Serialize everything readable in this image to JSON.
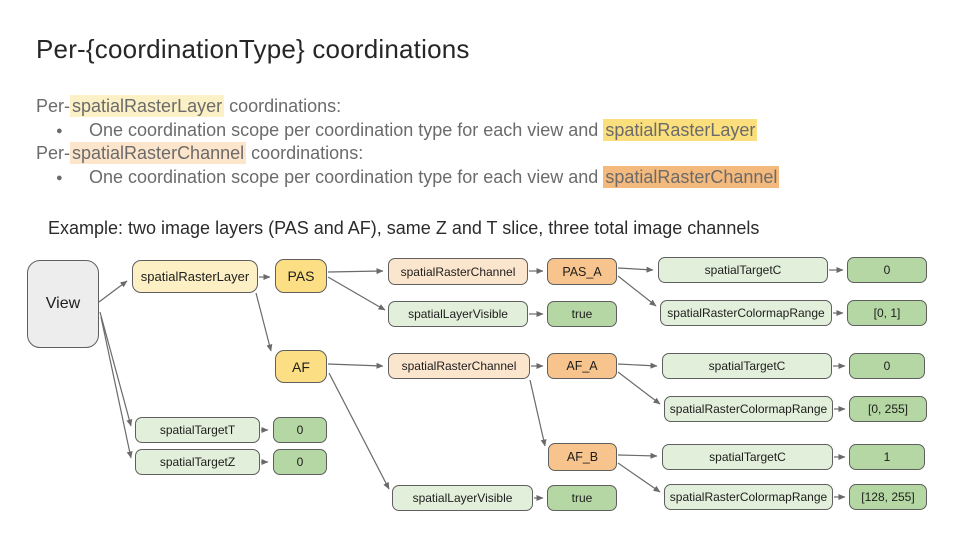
{
  "slide": {
    "title": "Per-{coordinationType} coordinations",
    "bullet_glyph": "●",
    "lines": {
      "layer_heading": {
        "prefix": "Per-",
        "term": "spatialRasterLayer",
        "suffix": " coordinations:"
      },
      "layer_bullet": {
        "text": "One coordination scope per coordination type for each view and ",
        "term": "spatialRasterLayer"
      },
      "channel_heading": {
        "prefix": "Per-",
        "term": "spatialRasterChannel",
        "suffix": " coordinations:"
      },
      "channel_bullet": {
        "text": "One coordination scope per coordination type for each view and ",
        "term": "spatialRasterChannel"
      }
    },
    "example_caption": "Example: two image layers (PAS and AF), same Z and T slice, three total image channels"
  },
  "colors": {
    "highlight_yellow_pale": "#fcf0c6",
    "highlight_peach_pale": "#fce5cb",
    "highlight_yellow_strong": "#fbdf7d",
    "highlight_orange_strong": "#f4b97c",
    "node_gray": "#ededed",
    "node_yellow_light": "#fdf0c4",
    "node_yellow": "#fcdf85",
    "node_peach": "#fce5cd",
    "node_orange": "#f8c48d",
    "node_green_light": "#e2efda",
    "node_green": "#b4d7a3",
    "node_border": "#5f5f5f",
    "arrow": "#6a6a6a",
    "body_text": "#6b6b6b",
    "title_text": "#262626"
  },
  "diagram": {
    "nodes": {
      "view": {
        "label": "View"
      },
      "spatial_raster_layer": {
        "label": "spatialRasterLayer"
      },
      "pas": {
        "label": "PAS"
      },
      "af": {
        "label": "AF"
      },
      "pas_channel": {
        "label": "spatialRasterChannel"
      },
      "pas_a": {
        "label": "PAS_A"
      },
      "pas_target_c": {
        "label": "spatialTargetC"
      },
      "pas_target_c_value": {
        "label": "0"
      },
      "pas_layer_visible": {
        "label": "spatialLayerVisible"
      },
      "pas_layer_visible_value": {
        "label": "true"
      },
      "pas_colormap_range": {
        "label": "spatialRasterColormapRange"
      },
      "pas_colormap_range_value": {
        "label": "[0, 1]"
      },
      "af_channel": {
        "label": "spatialRasterChannel"
      },
      "af_a": {
        "label": "AF_A"
      },
      "af_a_target_c": {
        "label": "spatialTargetC"
      },
      "af_a_target_c_value": {
        "label": "0"
      },
      "af_a_colormap_range": {
        "label": "spatialRasterColormapRange"
      },
      "af_a_colormap_range_value": {
        "label": "[0, 255]"
      },
      "af_b": {
        "label": "AF_B"
      },
      "af_b_target_c": {
        "label": "spatialTargetC"
      },
      "af_b_target_c_value": {
        "label": "1"
      },
      "af_b_colormap_range": {
        "label": "spatialRasterColormapRange"
      },
      "af_b_colormap_range_value": {
        "label": "[128, 255]"
      },
      "af_layer_visible": {
        "label": "spatialLayerVisible"
      },
      "af_layer_visible_value": {
        "label": "true"
      },
      "target_t": {
        "label": "spatialTargetT"
      },
      "target_t_value": {
        "label": "0"
      },
      "target_z": {
        "label": "spatialTargetZ"
      },
      "target_z_value": {
        "label": "0"
      }
    },
    "edges": [
      {
        "from": "view",
        "to": "spatial_raster_layer"
      },
      {
        "from": "view",
        "to": "target_t"
      },
      {
        "from": "view",
        "to": "target_z"
      },
      {
        "from": "spatial_raster_layer",
        "to": "pas"
      },
      {
        "from": "spatial_raster_layer",
        "to": "af"
      },
      {
        "from": "pas",
        "to": "pas_channel"
      },
      {
        "from": "pas",
        "to": "pas_layer_visible"
      },
      {
        "from": "pas_channel",
        "to": "pas_a"
      },
      {
        "from": "pas_a",
        "to": "pas_target_c"
      },
      {
        "from": "pas_a",
        "to": "pas_colormap_range"
      },
      {
        "from": "pas_target_c",
        "to": "pas_target_c_value"
      },
      {
        "from": "pas_layer_visible",
        "to": "pas_layer_visible_value"
      },
      {
        "from": "pas_colormap_range",
        "to": "pas_colormap_range_value"
      },
      {
        "from": "af",
        "to": "af_channel"
      },
      {
        "from": "af",
        "to": "af_layer_visible"
      },
      {
        "from": "af_channel",
        "to": "af_a"
      },
      {
        "from": "af_channel",
        "to": "af_b"
      },
      {
        "from": "af_a",
        "to": "af_a_target_c"
      },
      {
        "from": "af_a",
        "to": "af_a_colormap_range"
      },
      {
        "from": "af_a_target_c",
        "to": "af_a_target_c_value"
      },
      {
        "from": "af_a_colormap_range",
        "to": "af_a_colormap_range_value"
      },
      {
        "from": "af_b",
        "to": "af_b_target_c"
      },
      {
        "from": "af_b",
        "to": "af_b_colormap_range"
      },
      {
        "from": "af_b_target_c",
        "to": "af_b_target_c_value"
      },
      {
        "from": "af_b_colormap_range",
        "to": "af_b_colormap_range_value"
      },
      {
        "from": "af_layer_visible",
        "to": "af_layer_visible_value"
      },
      {
        "from": "target_t",
        "to": "target_t_value"
      },
      {
        "from": "target_z",
        "to": "target_z_value"
      }
    ]
  }
}
